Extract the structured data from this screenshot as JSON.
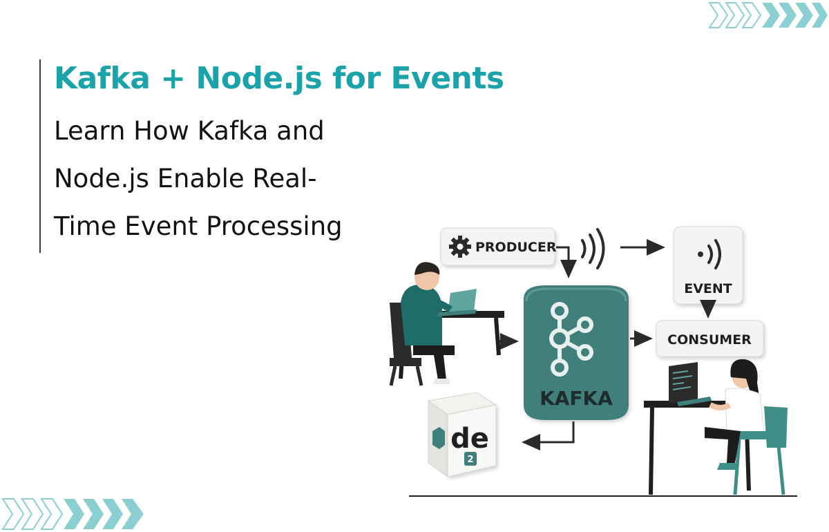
{
  "header": {
    "title": "Kafka + Node.js for Events",
    "subtitle_lines": [
      "Learn How Kafka and",
      "Node.js Enable Real-",
      "Time Event Processing"
    ]
  },
  "diagram": {
    "producer_label": "PRODUCER",
    "event_label": "EVENT",
    "consumer_label": "CONSUMER",
    "kafka_label": "KAFKA",
    "node_logo_text": "de",
    "node_badge": "2"
  },
  "colors": {
    "accent": "#1aa3a8",
    "kafka_teal": "#3f7f7b",
    "chevron": "#8ccfd2",
    "text": "#111111"
  },
  "icons": [
    "gear-icon",
    "signal-waves-icon",
    "broadcast-icon",
    "kafka-logo-icon",
    "laptop-icon"
  ]
}
